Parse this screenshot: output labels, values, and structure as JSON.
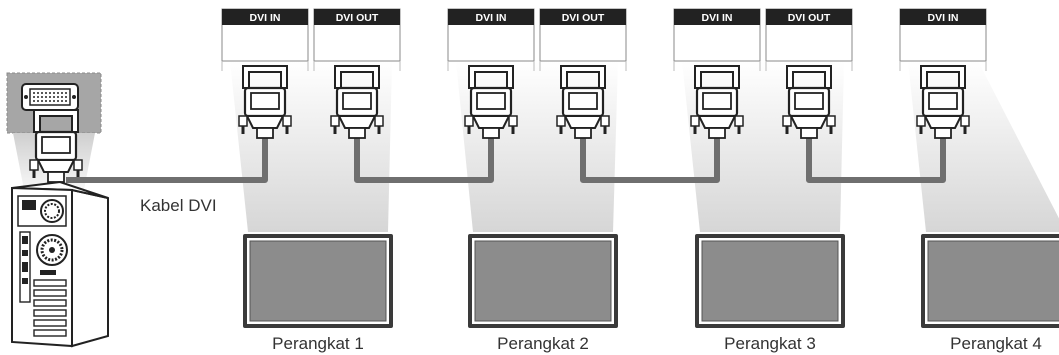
{
  "cable_label": "Kabel DVI",
  "port_in_label": "DVI IN",
  "port_out_label": "DVI OUT",
  "devices": [
    {
      "label": "Perangkat 1",
      "ports": [
        "DVI IN",
        "DVI OUT"
      ]
    },
    {
      "label": "Perangkat 2",
      "ports": [
        "DVI IN",
        "DVI OUT"
      ]
    },
    {
      "label": "Perangkat 3",
      "ports": [
        "DVI IN",
        "DVI OUT"
      ]
    },
    {
      "label": "Perangkat 4",
      "ports": [
        "DVI IN"
      ]
    }
  ],
  "colors": {
    "cable": "#6f6f6f",
    "monitor_bezel": "#3a3a3a",
    "monitor_screen": "#8c8c8c",
    "port_header": "#222222",
    "pc_panel_bg": "#9a9a9a",
    "beam": "#dcdcdc"
  }
}
